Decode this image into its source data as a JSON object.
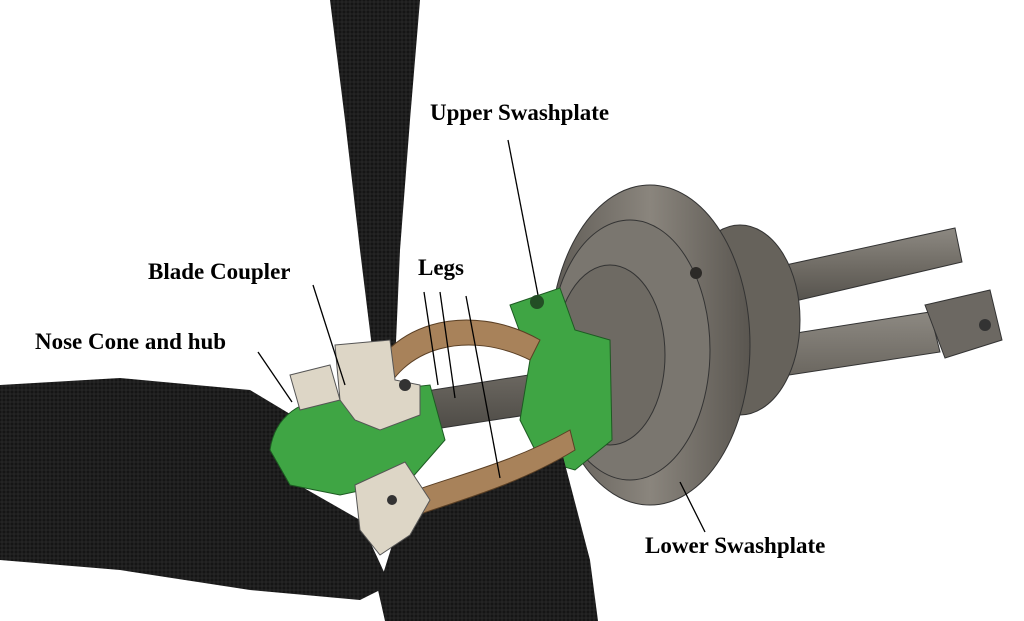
{
  "labels": {
    "upper_swashplate": "Upper Swashplate",
    "legs": "Legs",
    "blade_coupler": "Blade Coupler",
    "nose_cone": "Nose Cone and hub",
    "lower_swashplate": "Lower Swashplate"
  },
  "colors": {
    "blade": "#1a1a1a",
    "hub_green": "#3fa544",
    "metal_gray": "#77736c",
    "coupler_beige": "#ddd6c6",
    "leg_brown": "#a8825a"
  }
}
